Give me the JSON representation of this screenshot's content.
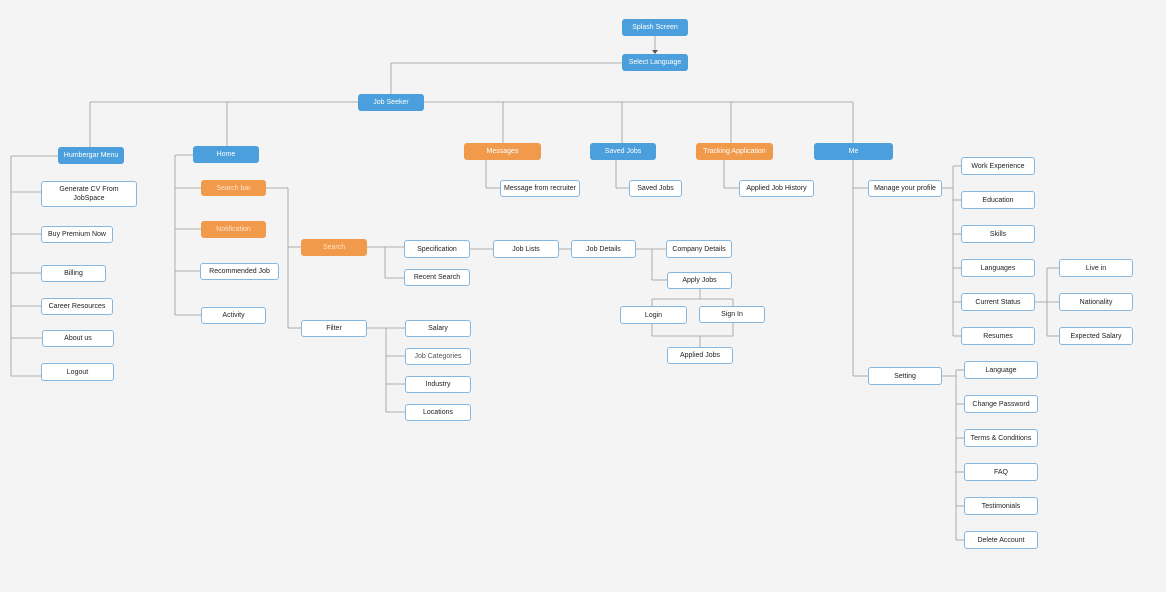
{
  "colors": {
    "primary": "#4a9fdc",
    "accent": "#f19a4b",
    "node_border": "#86b7df",
    "connector": "#9a9a9a",
    "background": "#f4f4f5"
  },
  "nodes": {
    "splash": "Splash Screen",
    "language": "Select Language",
    "jobseeker": "Job Seeker",
    "humbergar": "Humbergar Menu",
    "generate_cv": "Generate CV From JobSpace",
    "premium": "Buy Premium Now",
    "billing": "Billing",
    "career": "Career Resources",
    "about": "About us",
    "logout": "Logout",
    "home": "Home",
    "searchbar": "Search bar",
    "notification": "Notification",
    "recommended": "Recommended Job",
    "activity": "Activity",
    "search": "Search",
    "specification": "Specification",
    "recent_search": "Recent Search",
    "joblists": "Job Lists",
    "jobdetails": "Job Details",
    "company": "Company Details",
    "apply": "Apply Jobs",
    "login": "Login",
    "signin": "Sign In",
    "applied": "Applied Jobs",
    "filter": "Filter",
    "salary": "Salary",
    "categories": "Job Categories",
    "industry": "Industry",
    "locations": "Locations",
    "messages": "Messages",
    "msg_recruiter": "Message from recruiter",
    "saved": "Saved Jobs",
    "saved_child": "Saved Jobs",
    "tracking": "Tracking Application",
    "applied_history": "Applied Job History",
    "me": "Me",
    "manage": "Manage your profile",
    "work": "Work Experience",
    "education": "Education",
    "skills": "Skills",
    "languages": "Languages",
    "status": "Current Status",
    "resumes": "Resumes",
    "livein": "Live in",
    "nationality": "Nationality",
    "expected": "Expected Salary",
    "setting": "Setting",
    "set_language": "Language",
    "password": "Change Password",
    "terms": "Terms & Conditions",
    "faq": "FAQ",
    "testimonials": "Testimonials",
    "delete": "Delete Account"
  }
}
